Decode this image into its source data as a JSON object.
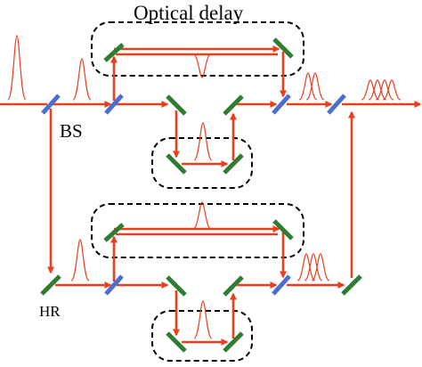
{
  "labels": {
    "optical_delay": "Optical delay",
    "beam_splitter": "BS",
    "high_reflector": "HR"
  },
  "colors": {
    "beam": "#e8401f",
    "beam_splitter": "#4a6fd0",
    "mirror": "#2e7d32",
    "delay_box": "#000000"
  },
  "pulse_counts": {
    "input": 1,
    "after_first_splitter": 1,
    "optical_delay_top": 1,
    "upper_stage_output": 2,
    "final_output": 4,
    "lower_left_vertical": 1,
    "lower_stage_output": 3
  }
}
